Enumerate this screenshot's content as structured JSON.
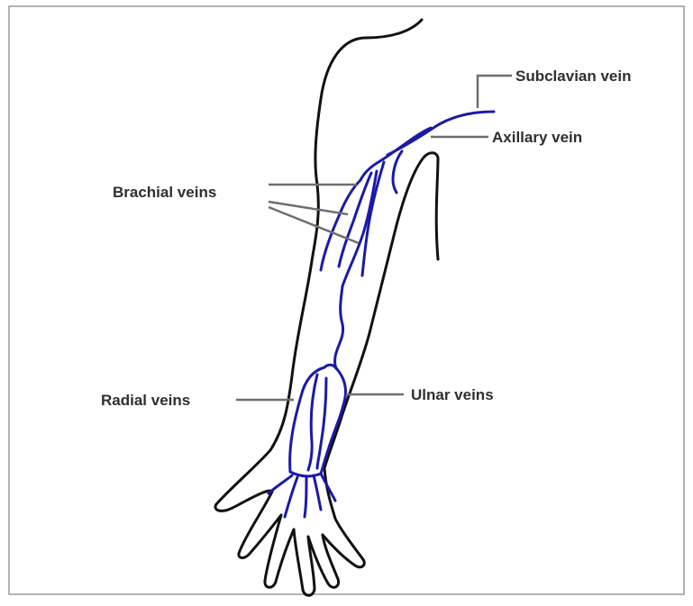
{
  "labels": {
    "subclavian": "Subclavian vein",
    "axillary": "Axillary vein",
    "brachial": "Brachial veins",
    "radial": "Radial veins",
    "ulnar": "Ulnar veins"
  },
  "colors": {
    "vein": "#1a1aa8",
    "outline": "#111111",
    "leader": "#6e6e6e",
    "border": "#9a9a9a"
  }
}
